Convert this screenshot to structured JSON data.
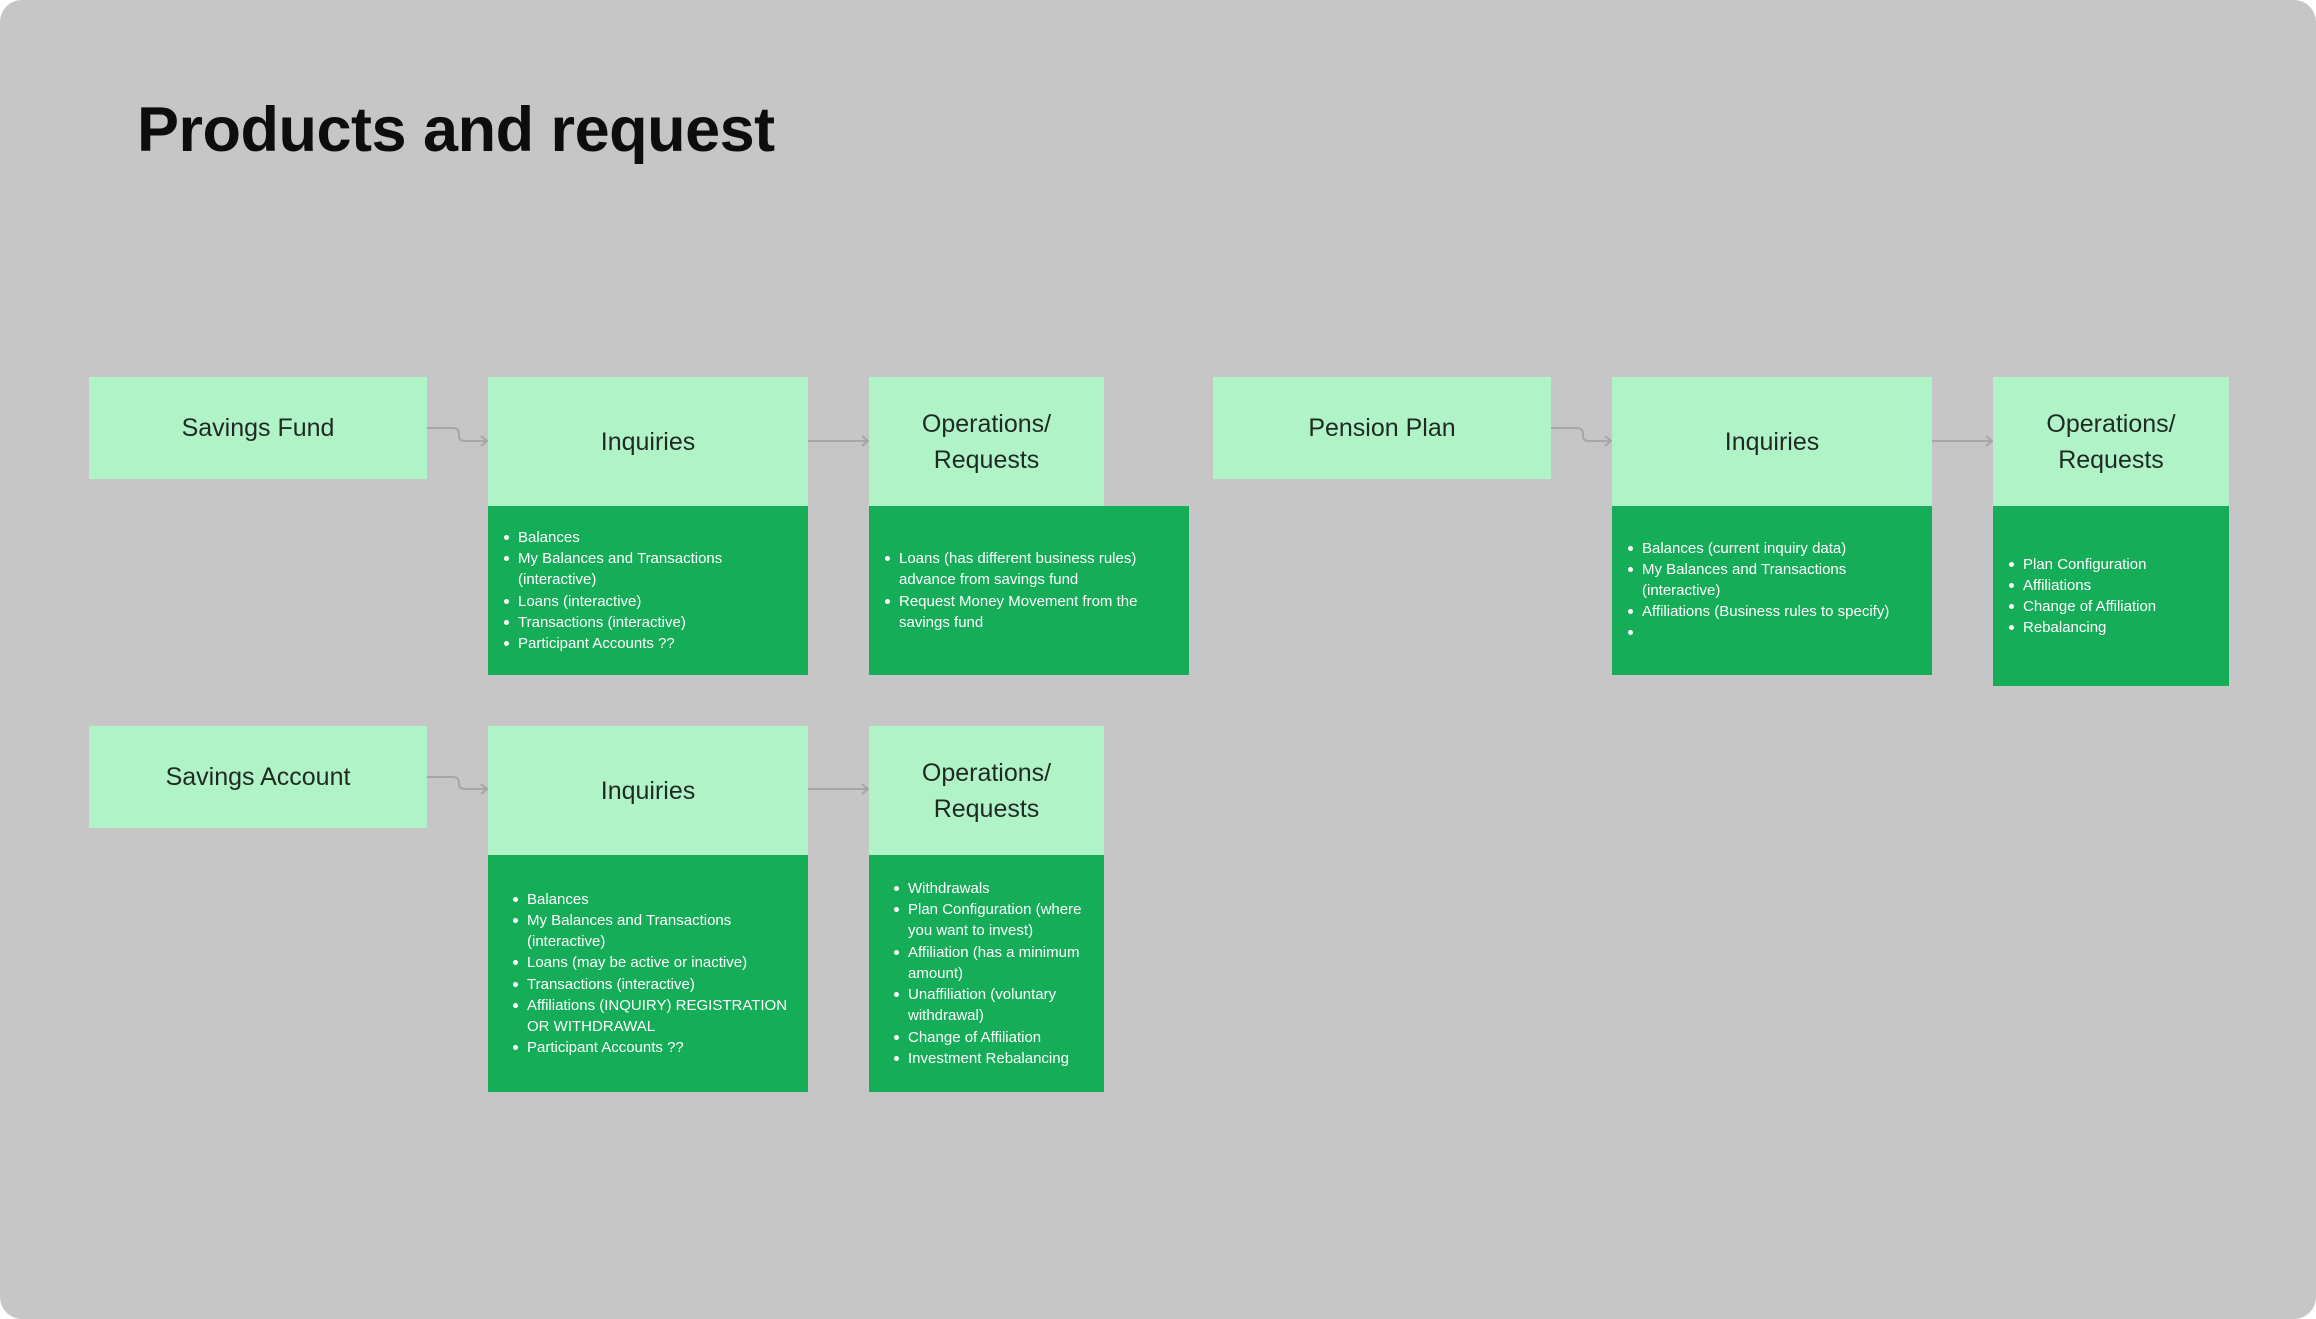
{
  "title": "Products and request",
  "rows": [
    {
      "product": "Savings Fund",
      "inquiries": {
        "label": "Inquiries",
        "items": [
          "Balances",
          "My Balances and Transactions (interactive)",
          "Loans (interactive)",
          "Transactions (interactive)",
          "Participant Accounts ??"
        ]
      },
      "operations": {
        "label": "Operations/ Requests",
        "items": [
          "Loans (has different business rules) advance from savings fund",
          "Request Money Movement from the savings fund"
        ]
      }
    },
    {
      "product": "Pension Plan",
      "inquiries": {
        "label": "Inquiries",
        "items": [
          "Balances (current inquiry data)",
          "My Balances and Transactions (interactive)",
          "Affiliations (Business rules to specify)",
          ""
        ]
      },
      "operations": {
        "label": "Operations/ Requests",
        "items": [
          "Plan Configuration",
          "Affiliations",
          "Change of Affiliation",
          "Rebalancing"
        ]
      }
    },
    {
      "product": "Savings Account",
      "inquiries": {
        "label": "Inquiries",
        "items": [
          "Balances",
          "My Balances and Transactions (interactive)",
          "Loans (may be active or inactive)",
          "Transactions (interactive)",
          "Affiliations (INQUIRY) REGISTRATION OR WITHDRAWAL",
          "Participant Accounts ??"
        ]
      },
      "operations": {
        "label": "Operations/ Requests",
        "items": [
          "Withdrawals",
          "Plan Configuration (where you want to invest)",
          "Affiliation (has a minimum amount)",
          "Unaffiliation (voluntary withdrawal)",
          "Change of Affiliation",
          "Investment Rebalancing"
        ]
      }
    }
  ],
  "colors": {
    "board": "#c6c6c6",
    "header_fill": "#b0f3c7",
    "detail_fill": "#15ad58",
    "connector": "#a6a6a6"
  }
}
